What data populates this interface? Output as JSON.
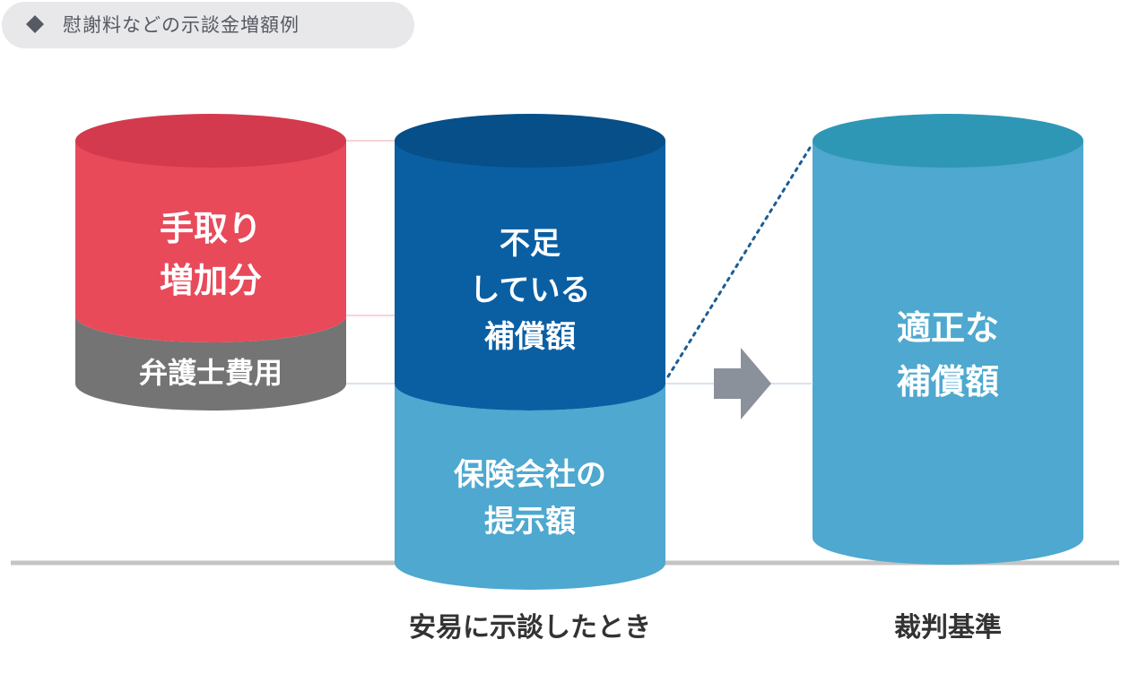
{
  "title": "慰謝料などの示談金増額例",
  "cylinders": {
    "left": {
      "top_label": "手取り\n増加分",
      "bottom_label": "弁護士費用"
    },
    "middle": {
      "top_label": "不足\nしている\n補償額",
      "bottom_label": "保険会社の\n提示額"
    },
    "right": {
      "label": "適正な\n補償額"
    }
  },
  "captions": {
    "middle": "安易に示談したとき",
    "right": "裁判基準"
  },
  "icons": {
    "title": "diamond-icon",
    "arrow": "arrow-right-icon"
  },
  "colors": {
    "red": "#e84a5a",
    "red_top": "#d43a4e",
    "gray": "#747474",
    "navy": "#0a5fa3",
    "navy_top": "#064f88",
    "light_blue": "#4ea8cf",
    "light_blue_top": "#2e97b5",
    "arrow": "#8a919a"
  }
}
